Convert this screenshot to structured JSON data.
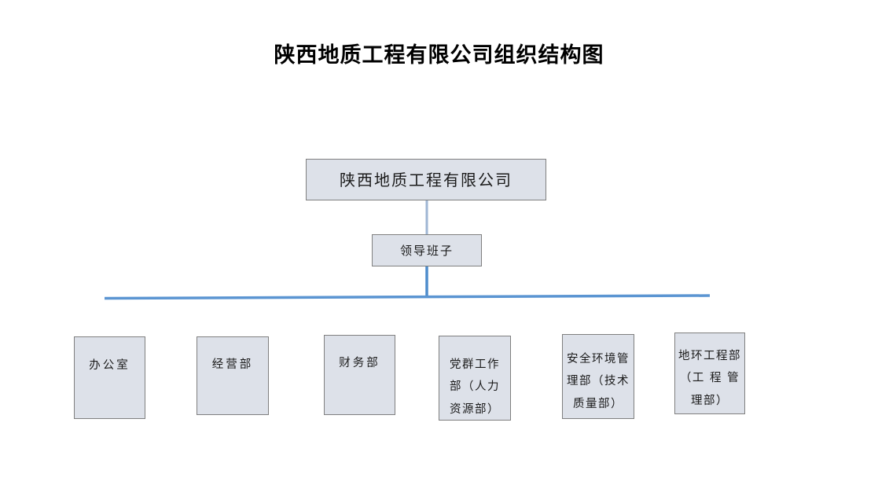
{
  "document": {
    "title": "陕西地质工程有限公司组织结构图"
  },
  "chart_data": {
    "type": "diagram",
    "diagram_kind": "organization-chart",
    "title": "陕西地质工程有限公司组织结构图",
    "orientation": "top-down",
    "nodes": [
      {
        "id": "root",
        "label": "陕西地质工程有限公司",
        "level": 0
      },
      {
        "id": "leadership",
        "label": "领导班子",
        "level": 1
      },
      {
        "id": "dept0",
        "label": "办公室",
        "level": 2
      },
      {
        "id": "dept1",
        "label": "经营部",
        "level": 2
      },
      {
        "id": "dept2",
        "label": "财务部",
        "level": 2
      },
      {
        "id": "dept3",
        "label": "党群工作\n部（人力\n资源部）",
        "level": 2
      },
      {
        "id": "dept4",
        "label": "安全环境管\n理部（技术\n质量部）",
        "level": 2
      },
      {
        "id": "dept5",
        "label": "地环工程部\n（工 程 管\n理部）",
        "level": 2
      }
    ],
    "edges": [
      {
        "from": "root",
        "to": "leadership"
      },
      {
        "from": "leadership",
        "to": "bus"
      },
      {
        "from": "bus",
        "to": "dept0"
      },
      {
        "from": "bus",
        "to": "dept1"
      },
      {
        "from": "bus",
        "to": "dept2"
      },
      {
        "from": "bus",
        "to": "dept3"
      },
      {
        "from": "bus",
        "to": "dept4"
      },
      {
        "from": "bus",
        "to": "dept5"
      }
    ],
    "colors": {
      "node_fill": "#dde1e9",
      "node_border": "#7f7f7f",
      "connector_upper": "#9fb6d4",
      "connector_lower": "#4e8ccc",
      "bus_line": "#5b95d2",
      "text": "#1a1a1a",
      "background": "#ffffff"
    }
  },
  "root_node": {
    "label": "陕西地质工程有限公司"
  },
  "leadership_node": {
    "label": "领导班子"
  },
  "departments": [
    {
      "label": "办公室"
    },
    {
      "label": "经营部"
    },
    {
      "label": "财务部"
    },
    {
      "label": "党群工作\n部（人力\n资源部）"
    },
    {
      "label": "安全环境管\n理部（技术\n质量部）"
    },
    {
      "label": "地环工程部\n（工 程 管\n理部）"
    }
  ]
}
